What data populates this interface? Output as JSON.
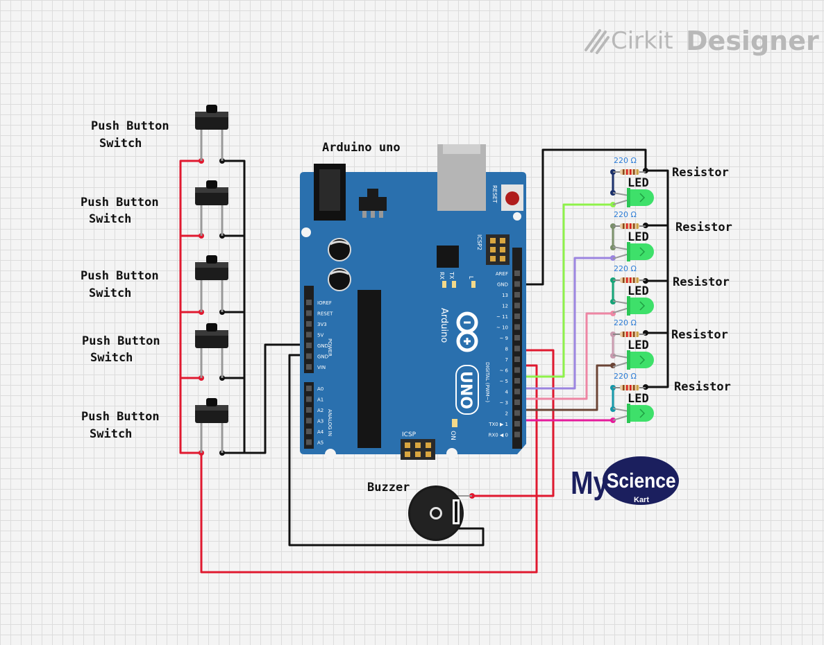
{
  "brand": {
    "part1": "Cirkit",
    "part2": "Designer"
  },
  "components": {
    "arduino": "Arduino uno",
    "buzzer": "Buzzer",
    "push_button_line1": "Push Button",
    "push_button_line2": "Switch",
    "resistor": "Resistor",
    "led": "LED",
    "resistance": "220 Ω"
  },
  "board": {
    "name": "Arduino",
    "model": "UNO",
    "reset": "RESET",
    "icsp2": "ICSP2",
    "icsp": "ICSP",
    "on": "ON",
    "rx": "RX",
    "tx": "TX",
    "l": "L",
    "power": "POWER",
    "analog_in": "ANALOG IN",
    "digital": "DIGITAL (PWM~)",
    "power_pins": [
      "IOREF",
      "RESET",
      "3V3",
      "5V",
      "GND",
      "GND",
      "VIN"
    ],
    "analog_pins": [
      "A0",
      "A1",
      "A2",
      "A3",
      "A4",
      "A5"
    ],
    "digital_pins": [
      "AREF",
      "GND",
      "13",
      "12",
      "~ 11",
      "~ 10",
      "~ 9",
      "8",
      "7",
      "~ 6",
      "~ 5",
      "4",
      "~ 3",
      "2",
      "TX0 ▶ 1",
      "RX0 ◀ 0"
    ]
  },
  "logo": {
    "my": "My",
    "science": "Science",
    "kart": "Kart"
  },
  "colors": {
    "board": "#2a70ae",
    "wire_red": "#e0192f",
    "wire_black": "#111111",
    "wire_green": "#8ef24a",
    "wire_purple": "#9b84e0",
    "wire_pink": "#ee86a4",
    "wire_brown": "#6b4435",
    "wire_magenta": "#e51a9b",
    "led": "#3ee06a"
  }
}
